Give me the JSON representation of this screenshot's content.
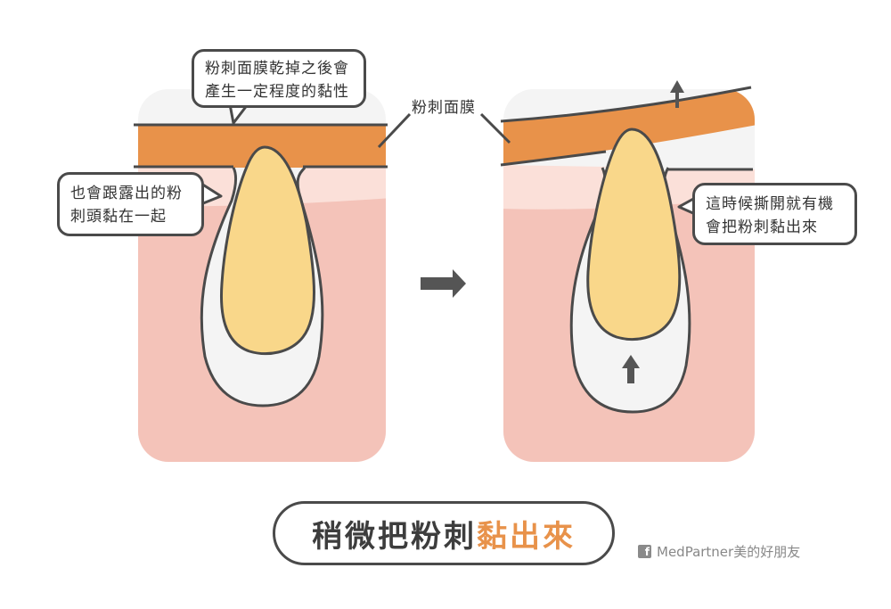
{
  "callouts": {
    "left_top": [
      "粉刺面膜乾掉之後會",
      "產生一定程度的黏性"
    ],
    "left_mid": [
      "也會跟露出的粉",
      "刺頭黏在一起"
    ],
    "center_label": "粉刺面膜",
    "right_mid": [
      "這時候撕開就有機",
      "會把粉刺黏出來"
    ]
  },
  "title": {
    "normal": "稍微把粉刺",
    "highlight": "黏出來"
  },
  "brand": {
    "fb_glyph": "f",
    "name": "MedPartner美的好朋友"
  },
  "colors": {
    "skin": "#f4c3b9",
    "skin_light": "#fbe0d9",
    "mask": "#e8924a",
    "comedone": "#f9d78a",
    "highlight": "#e8924a",
    "outline": "#4a4a4a"
  }
}
